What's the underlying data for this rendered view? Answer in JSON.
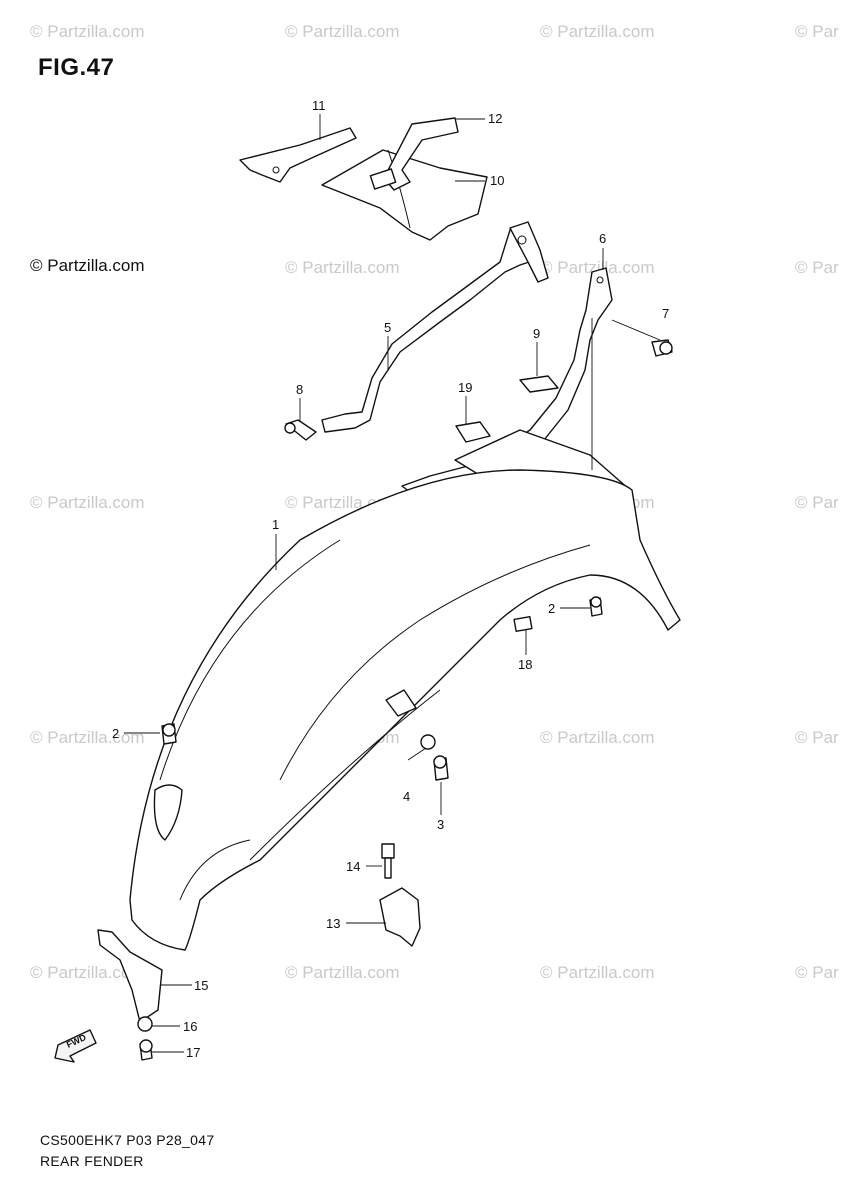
{
  "figure": {
    "title": "FIG.47",
    "copyright": "© Partzilla.com",
    "code": "CS500EHK7 P03 P28_047",
    "name": "REAR FENDER",
    "fwd_label": "FWD"
  },
  "watermark": {
    "text_full": "© Partzilla.com",
    "text_cut": "© Par"
  },
  "callouts": [
    {
      "id": "c11",
      "text": "11"
    },
    {
      "id": "c12",
      "text": "12"
    },
    {
      "id": "c10",
      "text": "10"
    },
    {
      "id": "c6",
      "text": "6"
    },
    {
      "id": "c7",
      "text": "7"
    },
    {
      "id": "c5",
      "text": "5"
    },
    {
      "id": "c9",
      "text": "9"
    },
    {
      "id": "c8",
      "text": "8"
    },
    {
      "id": "c19",
      "text": "19"
    },
    {
      "id": "c1",
      "text": "1"
    },
    {
      "id": "c2a",
      "text": "2"
    },
    {
      "id": "c18",
      "text": "18"
    },
    {
      "id": "c2b",
      "text": "2"
    },
    {
      "id": "c4",
      "text": "4"
    },
    {
      "id": "c3",
      "text": "3"
    },
    {
      "id": "c14",
      "text": "14"
    },
    {
      "id": "c13",
      "text": "13"
    },
    {
      "id": "c15",
      "text": "15"
    },
    {
      "id": "c16",
      "text": "16"
    },
    {
      "id": "c17",
      "text": "17"
    }
  ]
}
